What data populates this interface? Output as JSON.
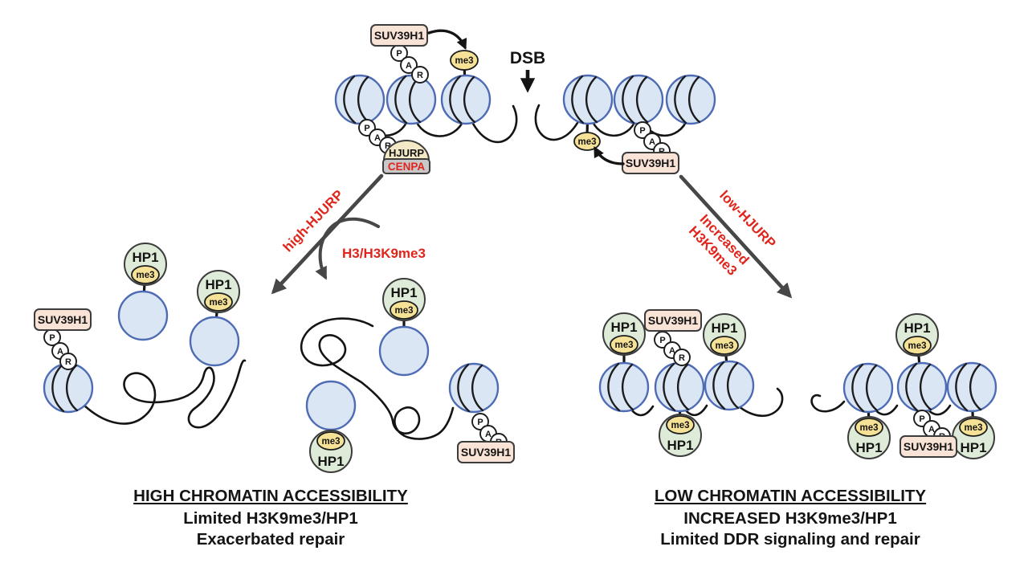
{
  "labels": {
    "suv39h1": "SUV39H1",
    "hp1": "HP1",
    "me3": "me3",
    "p": "P",
    "a": "A",
    "r": "R",
    "hjurp": "HJURP",
    "cenpa": "CENPA",
    "dsb": "DSB"
  },
  "annotations": {
    "left_arrow": "high-HJURP",
    "exchange": "H3/H3K9me3",
    "right_arrow_top": "low-HJURP",
    "right_arrow_line1": "Increased",
    "right_arrow_line2": "H3K9me3"
  },
  "captions": {
    "left": {
      "title": "HIGH CHROMATIN ACCESSIBILITY",
      "line1": "Limited H3K9me3/HP1",
      "line2": "Exacerbated repair"
    },
    "right": {
      "title": "LOW CHROMATIN ACCESSIBILITY",
      "line1": "INCREASED H3K9me3/HP1",
      "line2": "Limited DDR signaling and repair"
    }
  },
  "colors": {
    "nucleosome_fill": "#dbe6f5",
    "nucleosome_stroke": "#4e6cb4",
    "hp1_fill": "#deebd8",
    "me3_fill": "#f6e296",
    "suv39h1_fill": "#f9e2d6",
    "hjurp_fill": "#f3e9c6",
    "cenpa_fill": "#c8c8c8",
    "red_text": "#e0261c",
    "arrow_gray": "#474747",
    "dna_black": "#141414"
  }
}
